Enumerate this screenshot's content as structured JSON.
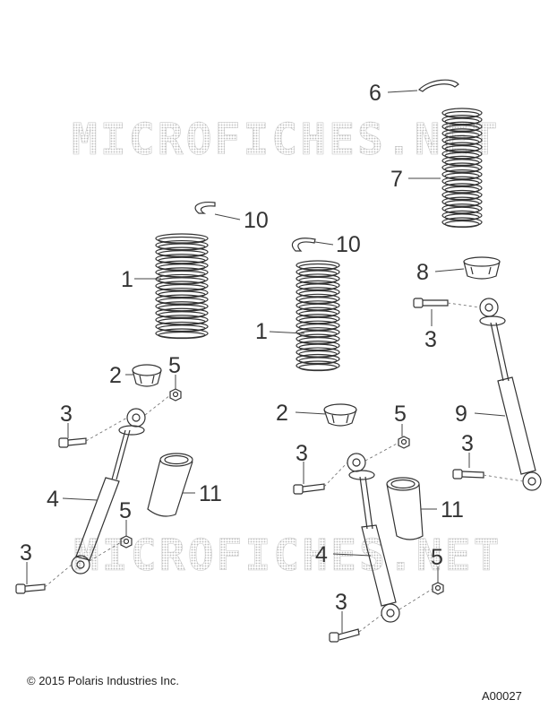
{
  "watermark": {
    "text": "MICROFICHES.NET",
    "color": "#bdbdbd"
  },
  "callouts": [
    {
      "id": "c6",
      "label": "6"
    },
    {
      "id": "c7",
      "label": "7"
    },
    {
      "id": "c10a",
      "label": "10"
    },
    {
      "id": "c10b",
      "label": "10"
    },
    {
      "id": "c1a",
      "label": "1"
    },
    {
      "id": "c1b",
      "label": "1"
    },
    {
      "id": "c8",
      "label": "8"
    },
    {
      "id": "c3a",
      "label": "3"
    },
    {
      "id": "c2a",
      "label": "2"
    },
    {
      "id": "c5a",
      "label": "5"
    },
    {
      "id": "c9",
      "label": "9"
    },
    {
      "id": "c3b",
      "label": "3"
    },
    {
      "id": "c2b",
      "label": "2"
    },
    {
      "id": "c5b",
      "label": "5"
    },
    {
      "id": "c3c",
      "label": "3"
    },
    {
      "id": "c3d",
      "label": "3"
    },
    {
      "id": "c4a",
      "label": "4"
    },
    {
      "id": "c11a",
      "label": "11"
    },
    {
      "id": "c11b",
      "label": "11"
    },
    {
      "id": "c5c",
      "label": "5"
    },
    {
      "id": "c3e",
      "label": "3"
    },
    {
      "id": "c4b",
      "label": "4"
    },
    {
      "id": "c5d",
      "label": "5"
    },
    {
      "id": "c3f",
      "label": "3"
    }
  ],
  "footer": {
    "copyright": "© 2015 Polaris Industries Inc.",
    "code": "A00027"
  }
}
